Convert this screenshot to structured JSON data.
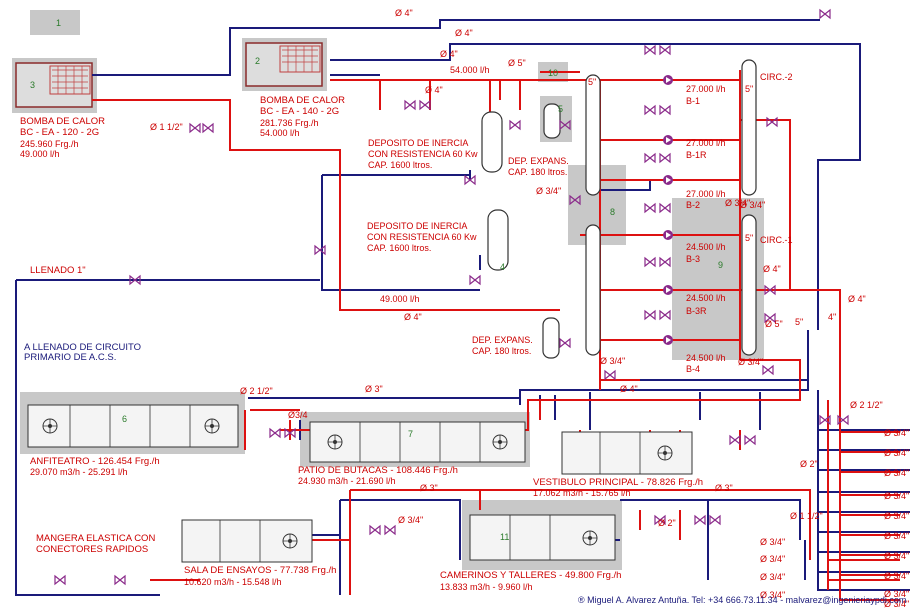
{
  "zones": {
    "z1": "1",
    "z2": "2",
    "z3": "3",
    "z4": "4",
    "z5": "5",
    "z6": "6",
    "z7": "7",
    "z8": "8",
    "z9": "9",
    "z10": "10",
    "z11": "11"
  },
  "heat_pump_left": {
    "title": "BOMBA DE CALOR",
    "model": "BC - EA - 120 - 2G",
    "power": "245.960 Frg./h",
    "flow": "49.000 l/h"
  },
  "heat_pump_mid": {
    "title": "BOMBA DE CALOR",
    "model": "BC - EA - 140 - 2G",
    "power": "281.736 Frg./h",
    "flow": "54.000 l/h"
  },
  "inertia_top": {
    "line1": "DEPOSITO DE INERCIA",
    "line2": "CON RESISTENCIA 60 Kw",
    "line3": "CAP. 1600 ltros."
  },
  "inertia_mid": {
    "line1": "DEPOSITO DE INERCIA",
    "line2": "CON RESISTENCIA 60 Kw",
    "line3": "CAP. 1600 ltros."
  },
  "expansion_top": {
    "line1": "DEP. EXPANS.",
    "line2": "CAP. 180 ltros."
  },
  "expansion_bottom": {
    "line1": "DEP. EXPANS.",
    "line2": "CAP. 180 ltros."
  },
  "llenado": "LLENADO 1\"",
  "acs": {
    "line1": "A LLENADO DE CIRCUITO",
    "line2": "PRIMARIO DE A.C.S."
  },
  "manguera": {
    "line1": "MANGERA ELASTICA CON",
    "line2": "CONECTORES RAPIDOS"
  },
  "circuits": {
    "circ2": "CIRC.-2",
    "circ1": "CIRC.-1",
    "b1": "B-1",
    "b1r": "B-1R",
    "b2": "B-2",
    "b3": "B-3",
    "b3r": "B-3R",
    "b4": "B-4"
  },
  "flows": {
    "f54000": "54.000 l/h",
    "f49000": "49.000 l/h",
    "c1": "27.000 l/h",
    "c2": "27.000 l/h",
    "c3": "27.000 l/h",
    "c4": "24.500 l/h",
    "c5": "24.500 l/h",
    "c6": "24.500 l/h"
  },
  "ahu": {
    "anfiteatro": {
      "name": "ANFITEATRO - 126.454 Frg./h",
      "flow": "29.070 m3/h - 25.291 l/h"
    },
    "patio": {
      "name": "PATIO DE BUTACAS - 108.446 Frg./h",
      "flow": "24.930 m3/h - 21.690 l/h"
    },
    "vestibulo": {
      "name": "VESTIBULO PRINCIPAL - 78.826 Frg./h",
      "flow": "17.062 m3/h - 15.765 l/h"
    },
    "ensayos": {
      "name": "SALA DE ENSAYOS - 77.738 Frg./h",
      "flow": "10.620 m3/h - 15.548 l/h"
    },
    "camerinos": {
      "name": "CAMERINOS Y TALLERES - 49.800 Frg./h",
      "flow": "13.833 m3/h - 9.960 l/h"
    }
  },
  "diam": {
    "d4_top": "Ø  4\"",
    "d4_a": "Ø  4\"",
    "d4_b": "Ø  4\"",
    "d4_c": "Ø  4\"",
    "d5": "Ø  5\"",
    "d112": "Ø  1 1/2\"",
    "d34_a": "Ø  3/4\"",
    "d4_d": "Ø  4\"",
    "d4_e": "Ø  4\"",
    "d4_f": "Ø  4\"",
    "d5_b": "Ø  5\"",
    "d34_b": "Ø  3/4\"",
    "d34_c": "Ø  3/4\"",
    "d212": "Ø  2 1/2\"",
    "d3": "Ø  3\"",
    "d4_g": "Ø  4\"",
    "d34_d": "Ø3/4",
    "d212_b": "Ø  2 1/2\"",
    "d3_b": "Ø  3\"",
    "d3_c": "Ø  3\"",
    "d34_e": "Ø  3/4\"",
    "d2_a": "Ø  2\"",
    "d2_b": "Ø  2\"",
    "d112_b": "Ø  1 1/2\"",
    "d34_f": "Ø  3/4\"",
    "d34_g": "Ø  3/4\"",
    "d34_h": "Ø  3/4\"",
    "d34_i": "Ø  3/4\"",
    "d5in_a": "5\"",
    "d5in_b": "5\"",
    "d5in_c": "5\"",
    "d5in_d": "5\"",
    "d34_j": "Ø 3/4\"",
    "d34_k": "Ø 3/4\"",
    "d4in": "4\""
  },
  "right_taps": [
    "Ø  3/4\"",
    "Ø  3/4\"",
    "Ø  3/4\"",
    "Ø  3/4\"",
    "Ø  3/4\"",
    "Ø  3/4\"",
    "Ø  3/4\"",
    "Ø  3/4\"",
    "Ø  3/4\"",
    "Ø  3/4\""
  ],
  "credit": "® Miguel A. Alvarez Antuña. Tel: +34 666.73.11.34  -  malvarez@ingenieriaypdi.com"
}
